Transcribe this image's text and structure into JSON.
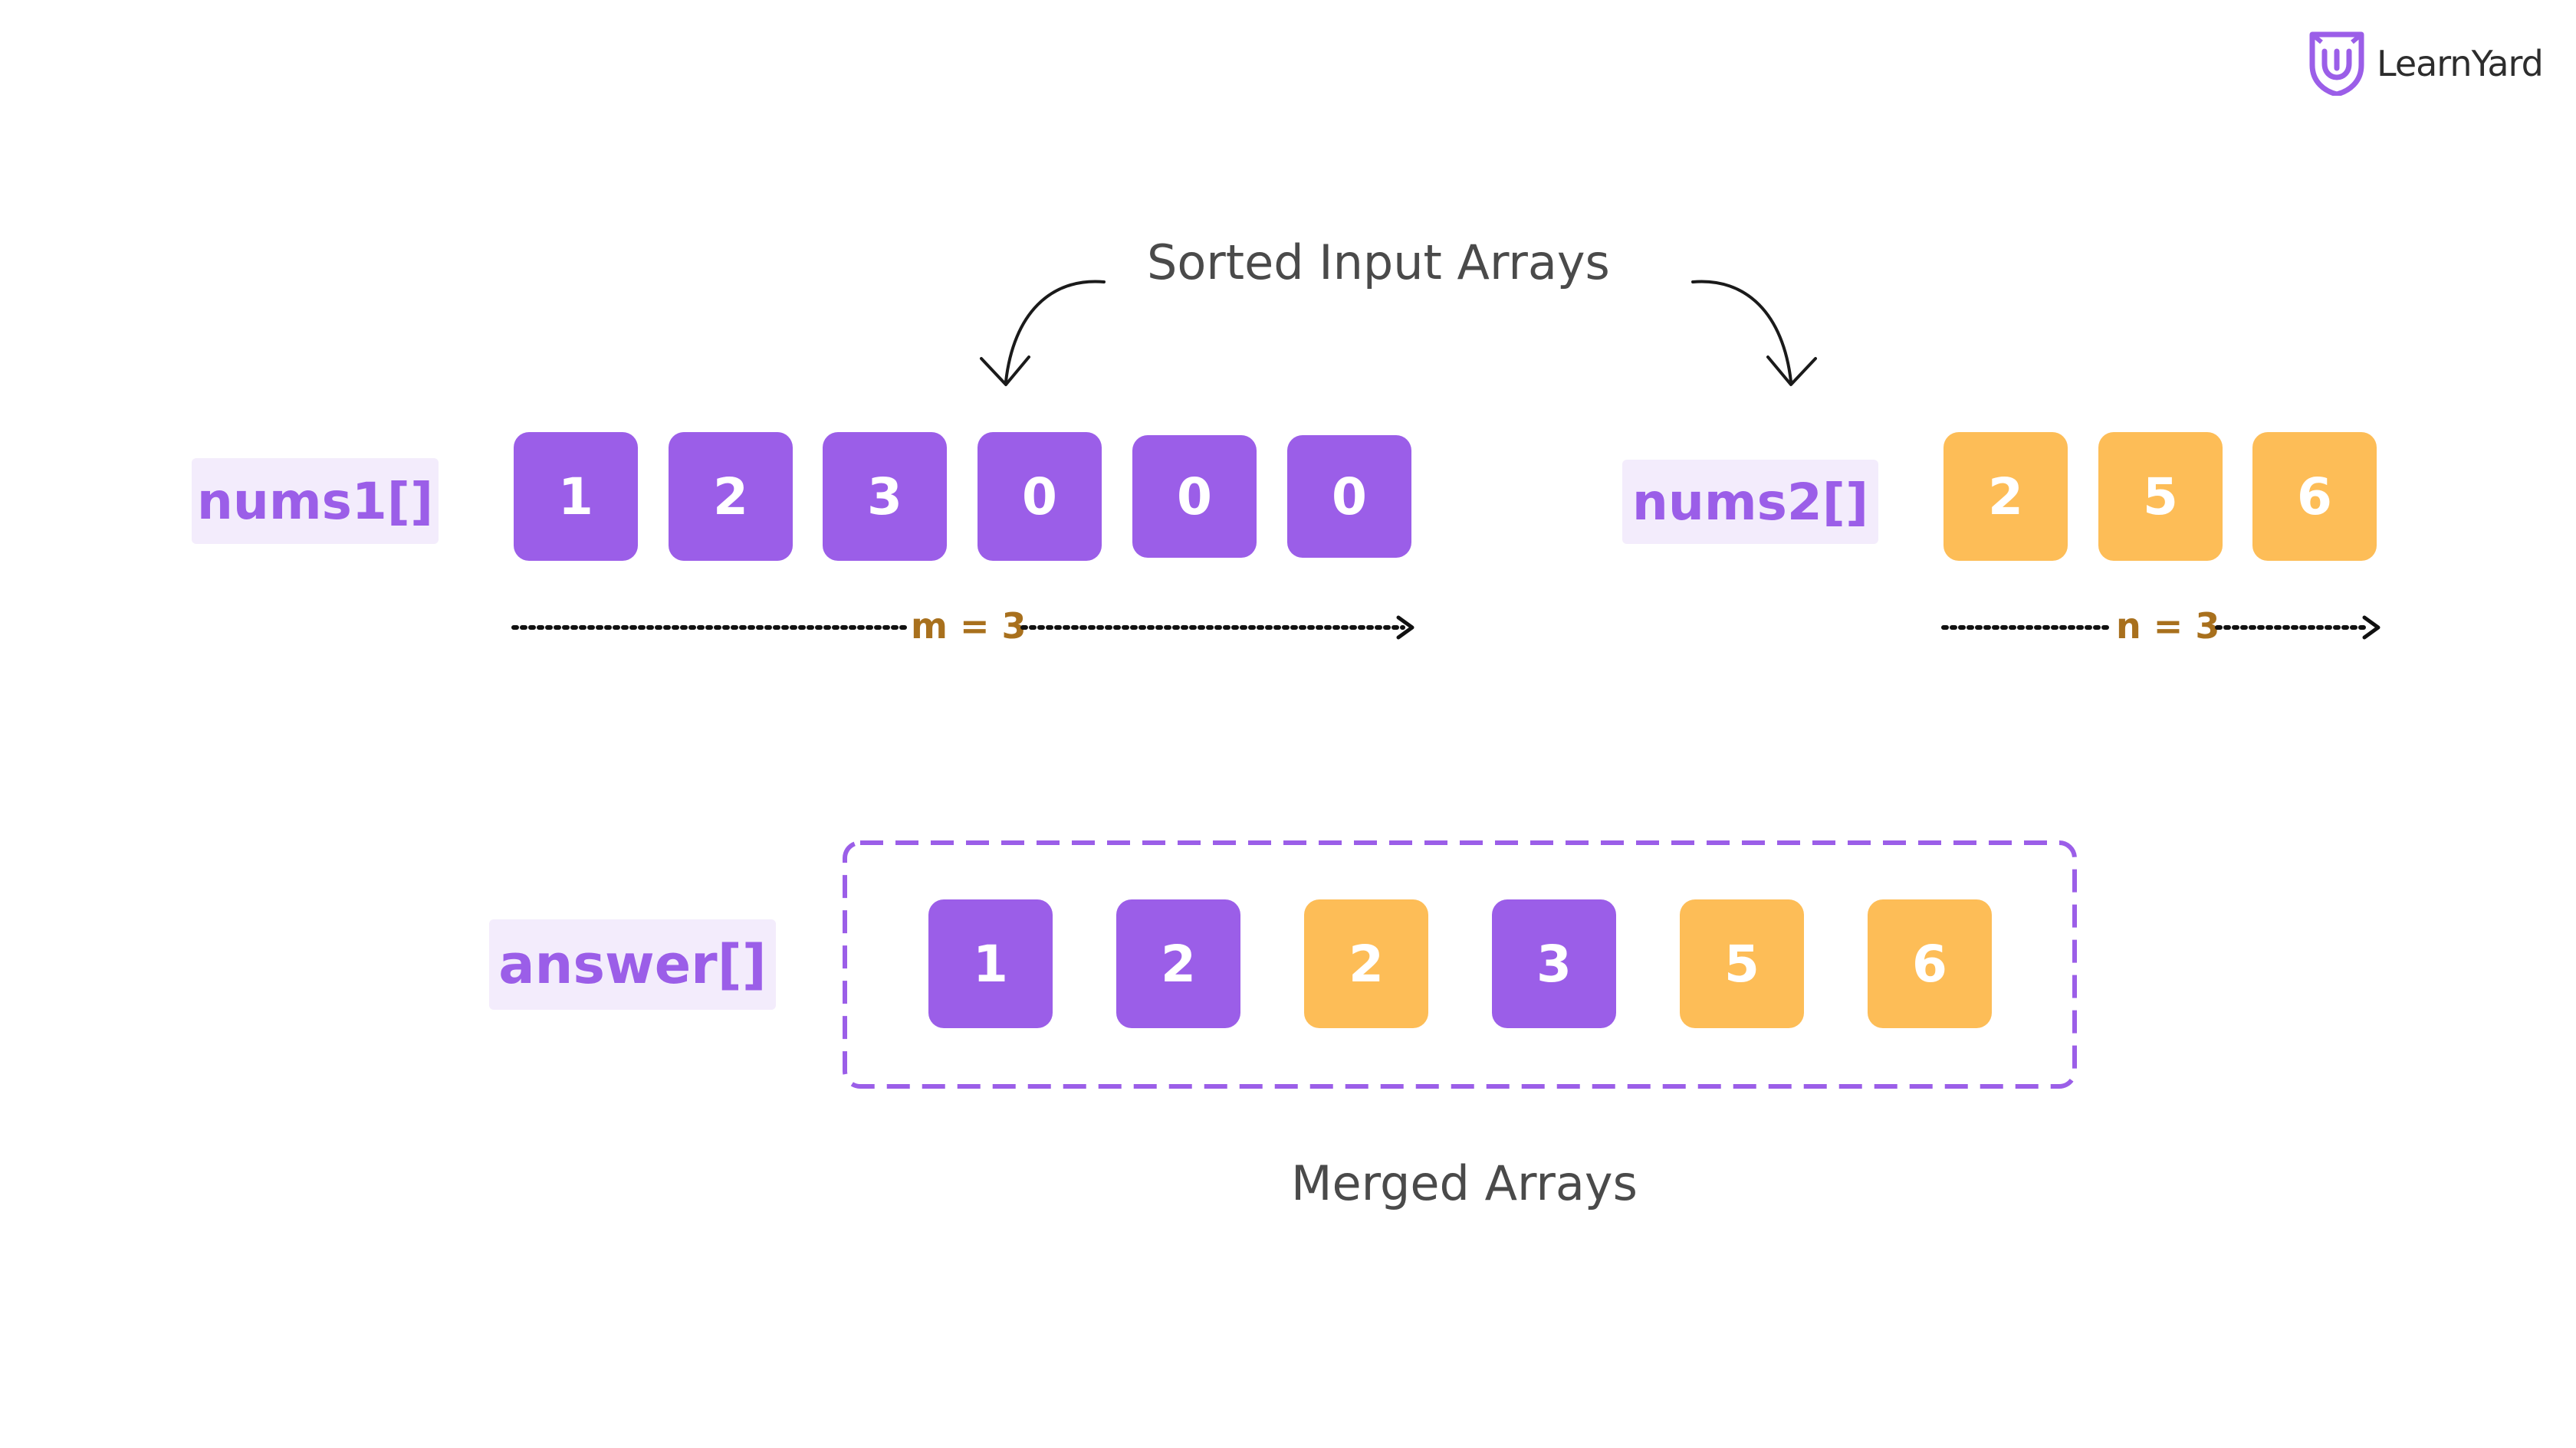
{
  "logo": {
    "text": "LearnYard"
  },
  "captions": {
    "top": "Sorted Input Arrays",
    "bottom": "Merged Arrays"
  },
  "nums1": {
    "label": "nums1[]",
    "cells": [
      "1",
      "2",
      "3",
      "0",
      "0",
      "0"
    ],
    "length_label": "m = 3"
  },
  "nums2": {
    "label": "nums2[]",
    "cells": [
      "2",
      "5",
      "6"
    ],
    "length_label": "n = 3"
  },
  "answer": {
    "label": "answer[]",
    "cells": [
      "1",
      "2",
      "2",
      "3",
      "5",
      "6"
    ]
  },
  "colors": {
    "purple": "#9b5ee8",
    "orange": "#fdbd57",
    "label_bg": "#f3ecfc",
    "length_text": "#a8701d"
  }
}
